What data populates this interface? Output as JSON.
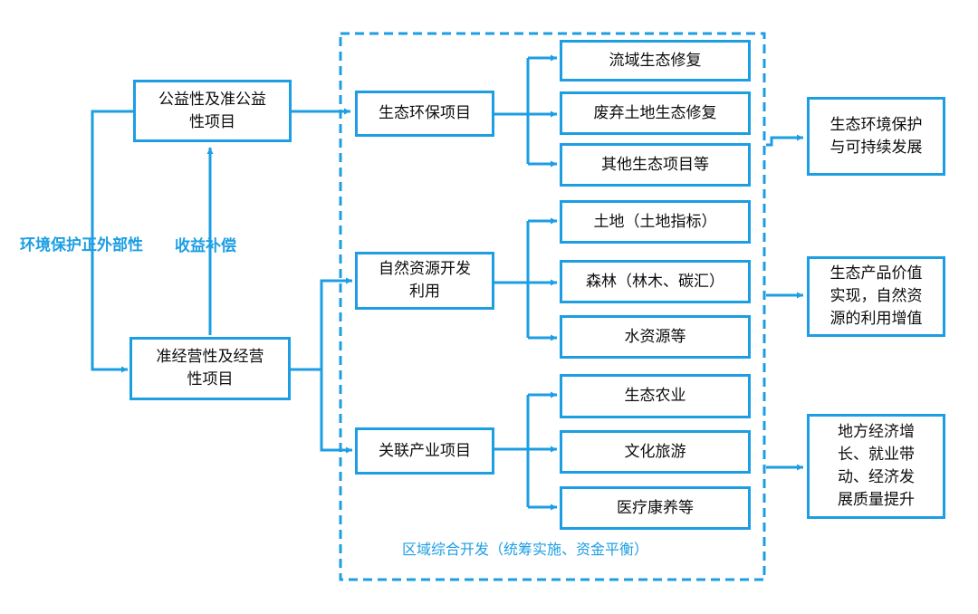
{
  "nodes": {
    "public_welfare": "公益性及准公益\n性项目",
    "quasi_business": "准经营性及经营\n性项目",
    "eco_project": "生态环保项目",
    "natural_resource": "自然资源开发\n利用",
    "related_industry": "关联产业项目",
    "watershed_restoration": "流域生态修复",
    "wasteland_restoration": "废弃土地生态修复",
    "other_eco": "其他生态项目等",
    "land": "土地（土地指标）",
    "forest": "森林（林木、碳汇）",
    "water": "水资源等",
    "eco_agriculture": "生态农业",
    "culture_tourism": "文化旅游",
    "health_care": "医疗康养等",
    "outcome_environment": "生态环境保护\n与可持续发展",
    "outcome_value": "生态产品价值\n实现，自然资\n源的利用增值",
    "outcome_economy": "地方经济增\n长、就业带\n动、经济发\n展质量提升"
  },
  "labels": {
    "externality": "环境保护正外部性",
    "compensation": "收益补偿",
    "regional": "区域综合开发（统筹实施、资金平衡）"
  },
  "colors": {
    "accent": "#1d9ee3",
    "text": "#0d0d0d"
  }
}
